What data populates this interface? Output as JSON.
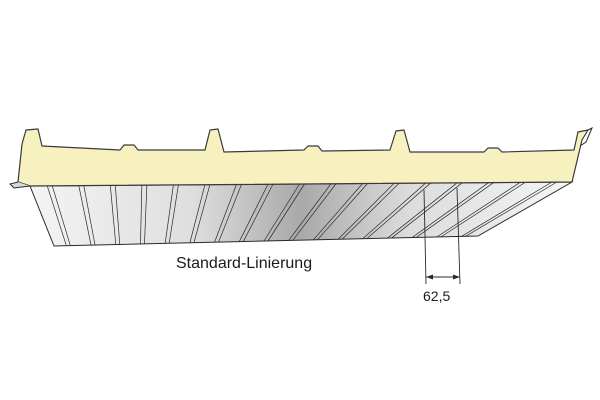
{
  "labels": {
    "lining_type": "Standard-Linierung",
    "rib_spacing": "62,5"
  },
  "colors": {
    "foam_core": "#f7f0bf",
    "foam_outline": "#3a3a3a",
    "steel_light": "#f2f2f2",
    "steel_mid": "#d2d2d2",
    "steel_dark": "#9c9c9c",
    "line": "#2a2a2a"
  },
  "panel": {
    "lining_rib_count": 17,
    "top_rib_count": 4
  }
}
